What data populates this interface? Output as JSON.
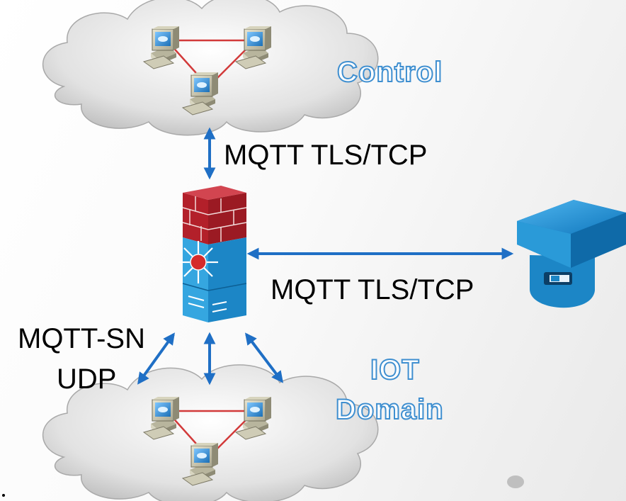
{
  "labels": {
    "control": "Control",
    "mqtt_control": "MQTT TLS/TCP",
    "mqtt_broker": "MQTT TLS/TCP",
    "mqtt_sn_line1": "MQTT-SN",
    "mqtt_sn_line2": "UDP",
    "iot_line1": "IOT",
    "iot_line2": "Domain"
  },
  "colors": {
    "arrow": "#1f6fc5",
    "cloud": "#e4e4e4",
    "link": "#d23a3a",
    "firewall_brick": "#b3202a",
    "firewall_body": "#2f9bd6",
    "device": "#1c8bd0",
    "label_outline": "#3f8fd0"
  },
  "icons": [
    "cloud-icon",
    "computer-icon",
    "firewall-icon",
    "broker-device-icon"
  ]
}
